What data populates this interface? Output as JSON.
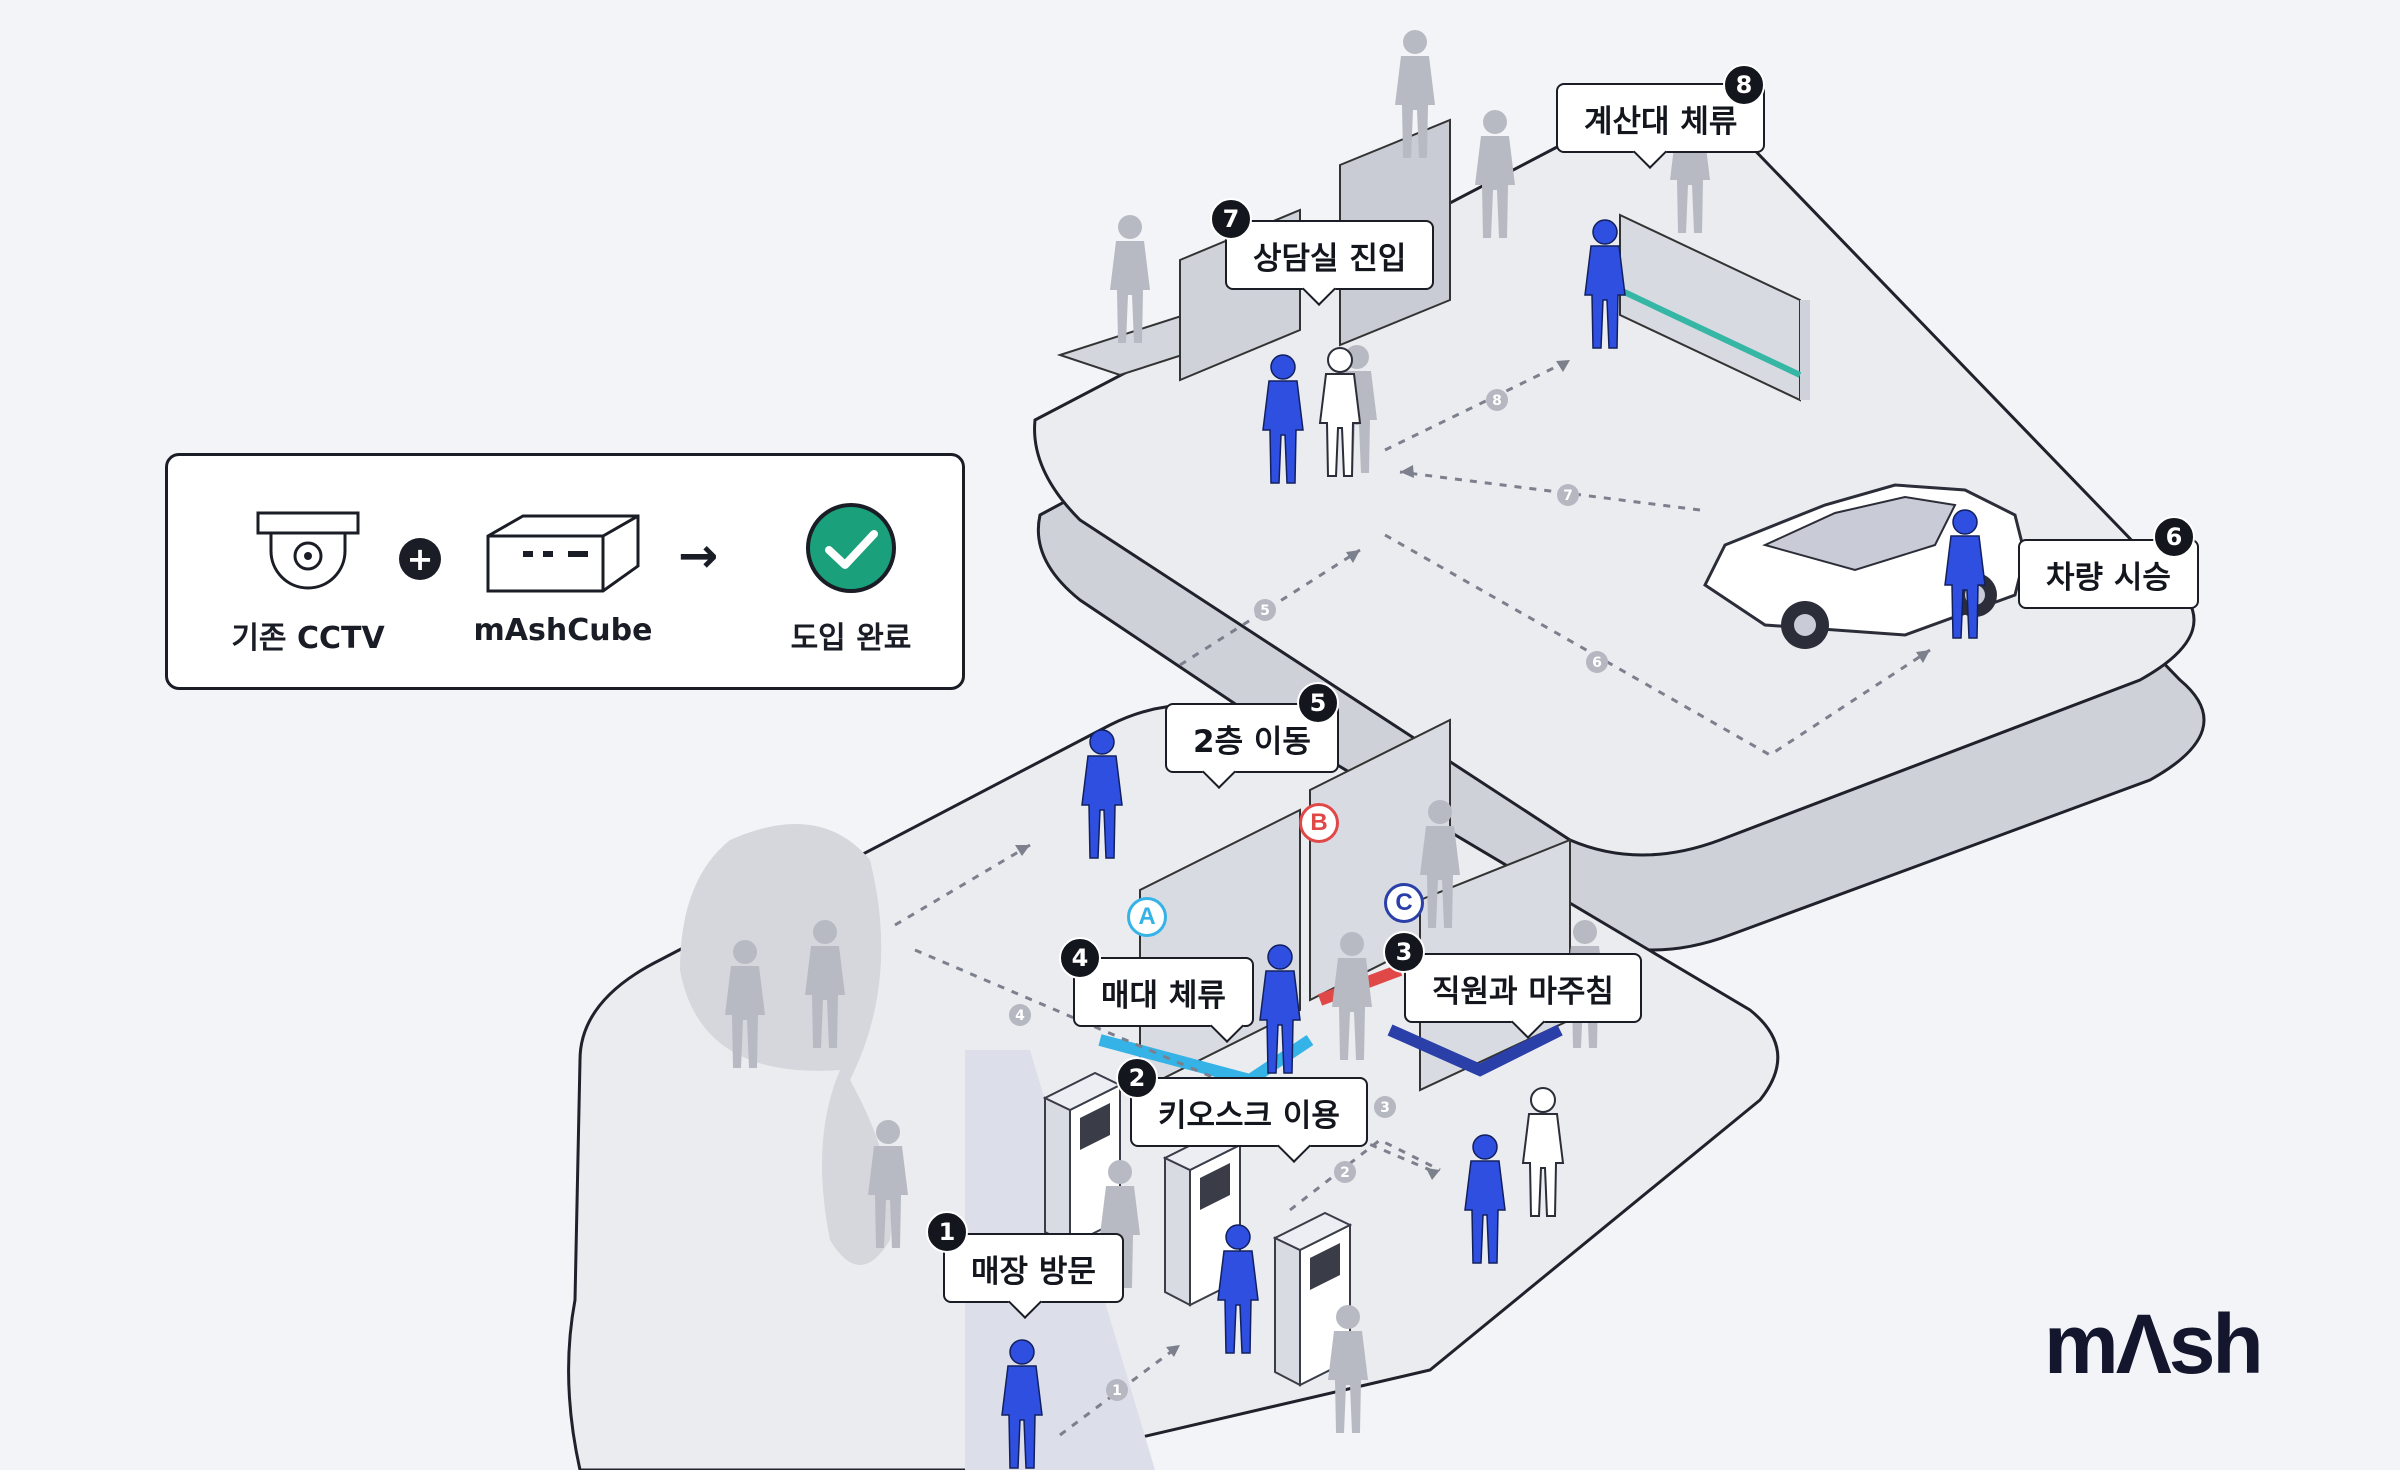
{
  "legend": {
    "items": [
      {
        "label": "기존 CCTV",
        "icon": "cctv-camera-icon"
      },
      {
        "label": "mAshCube",
        "icon": "server-box-icon"
      },
      {
        "label": "도입 완료",
        "icon": "check-circle-icon"
      }
    ],
    "plus_symbol": "+",
    "arrow_symbol": "→"
  },
  "steps": [
    {
      "num": "1",
      "label": "매장 방문"
    },
    {
      "num": "2",
      "label": "키오스크 이용"
    },
    {
      "num": "3",
      "label": "직원과 마주침"
    },
    {
      "num": "4",
      "label": "매대 체류"
    },
    {
      "num": "5",
      "label": "2층 이동"
    },
    {
      "num": "6",
      "label": "차량 시승"
    },
    {
      "num": "7",
      "label": "상담실 진입"
    },
    {
      "num": "8",
      "label": "계산대 체류"
    }
  ],
  "zones": [
    {
      "label": "A",
      "color": "#36b3e6"
    },
    {
      "label": "B",
      "color": "#e04848"
    },
    {
      "label": "C",
      "color": "#2a3fa8"
    }
  ],
  "path_numbers": [
    "1",
    "2",
    "3",
    "4",
    "5",
    "6",
    "7",
    "8"
  ],
  "colors": {
    "visitor": "#2f4fe0",
    "accent": "#1aa07a",
    "zone_a": "#36b3e6",
    "zone_b": "#e04848",
    "zone_c": "#2a3fa8"
  },
  "brand": {
    "logo": "mΛsh"
  }
}
